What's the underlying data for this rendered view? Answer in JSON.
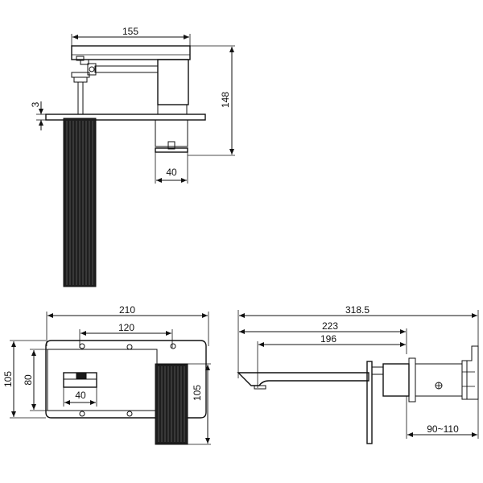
{
  "drawing": {
    "side_view": {
      "width_155": "155",
      "height_148": "148",
      "plate_3": "3",
      "spout_40": "40"
    },
    "front_view": {
      "width_210": "210",
      "holes_120": "120",
      "height_105": "105",
      "height_80": "80",
      "handle_40": "40",
      "grip_105": "105"
    },
    "profile_view": {
      "total_318_5": "318.5",
      "reach_223": "223",
      "reach_196": "196",
      "depth_range": "90~110"
    }
  }
}
